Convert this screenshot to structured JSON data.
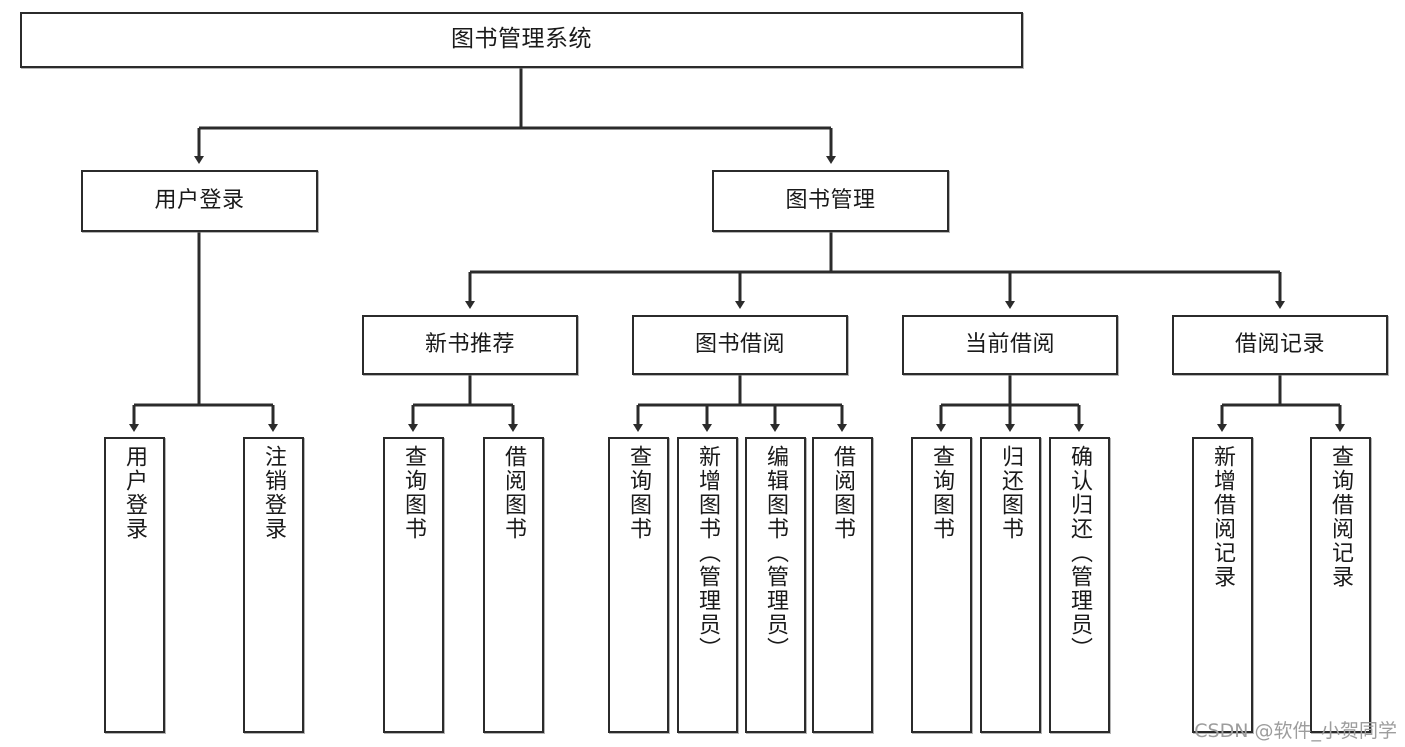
{
  "diagram": {
    "type": "tree",
    "title": "图书管理系统",
    "orientation": "top-down",
    "colors": {
      "background": "#ffffff",
      "box_border": "#2b2b2b",
      "box_fill": "#ffffff",
      "connector": "#2b2b2b",
      "text": "#1a1a1a",
      "watermark": "#9d9d9d"
    },
    "levels": {
      "root": [
        "图书管理系统"
      ],
      "level2": [
        "用户登录",
        "图书管理"
      ],
      "level3": [
        "新书推荐",
        "图书借阅",
        "当前借阅",
        "借阅记录"
      ]
    },
    "nodes": {
      "root": {
        "label": "图书管理系统"
      },
      "user_login": {
        "label": "用户登录"
      },
      "book_manage": {
        "label": "图书管理"
      },
      "new_book_rec": {
        "label": "新书推荐"
      },
      "book_borrow": {
        "label": "图书借阅"
      },
      "current_borrow": {
        "label": "当前借阅"
      },
      "borrow_record": {
        "label": "借阅记录"
      },
      "leaf_user_login": {
        "label": "用户登录"
      },
      "leaf_user_logout": {
        "label": "注销登录"
      },
      "leaf_rec_query": {
        "label": "查询图书"
      },
      "leaf_rec_borrow": {
        "label": "借阅图书"
      },
      "leaf_bb_query": {
        "label": "查询图书"
      },
      "leaf_bb_add": {
        "label": "新增图书（管理员）"
      },
      "leaf_bb_edit": {
        "label": "编辑图书（管理员）"
      },
      "leaf_bb_borrow": {
        "label": "借阅图书"
      },
      "leaf_cb_query": {
        "label": "查询图书"
      },
      "leaf_cb_return": {
        "label": "归还图书"
      },
      "leaf_cb_confirm": {
        "label": "确认归还（管理员）"
      },
      "leaf_br_add": {
        "label": "新增借阅记录"
      },
      "leaf_br_query": {
        "label": "查询借阅记录"
      }
    },
    "edges": [
      {
        "from": "root",
        "to": "user_login"
      },
      {
        "from": "root",
        "to": "book_manage"
      },
      {
        "from": "user_login",
        "to": "leaf_user_login"
      },
      {
        "from": "user_login",
        "to": "leaf_user_logout"
      },
      {
        "from": "book_manage",
        "to": "new_book_rec"
      },
      {
        "from": "book_manage",
        "to": "book_borrow"
      },
      {
        "from": "book_manage",
        "to": "current_borrow"
      },
      {
        "from": "book_manage",
        "to": "borrow_record"
      },
      {
        "from": "new_book_rec",
        "to": "leaf_rec_query"
      },
      {
        "from": "new_book_rec",
        "to": "leaf_rec_borrow"
      },
      {
        "from": "book_borrow",
        "to": "leaf_bb_query"
      },
      {
        "from": "book_borrow",
        "to": "leaf_bb_add"
      },
      {
        "from": "book_borrow",
        "to": "leaf_bb_edit"
      },
      {
        "from": "book_borrow",
        "to": "leaf_bb_borrow"
      },
      {
        "from": "current_borrow",
        "to": "leaf_cb_query"
      },
      {
        "from": "current_borrow",
        "to": "leaf_cb_return"
      },
      {
        "from": "current_borrow",
        "to": "leaf_cb_confirm"
      },
      {
        "from": "borrow_record",
        "to": "leaf_br_add"
      },
      {
        "from": "borrow_record",
        "to": "leaf_br_query"
      }
    ]
  },
  "watermark": {
    "text": "CSDN @软件_小贺同学"
  }
}
